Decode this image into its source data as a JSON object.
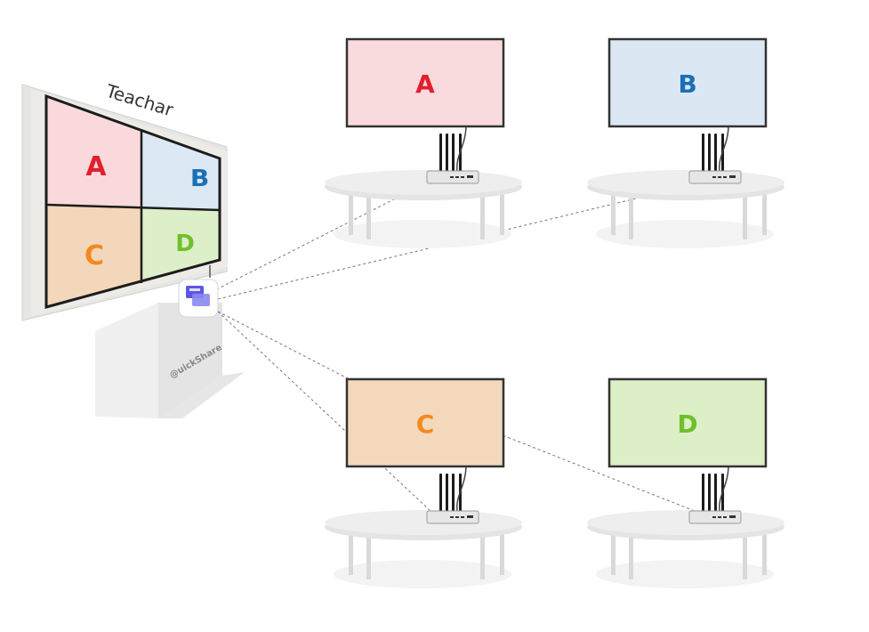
{
  "teacher_display": {
    "title": "Teachar",
    "panels": [
      {
        "label": "A",
        "bg": "#f9d9dc",
        "color": "#e0202e"
      },
      {
        "label": "B",
        "bg": "#dce8f4",
        "color": "#1b6fb5"
      },
      {
        "label": "C",
        "bg": "#f3d7bb",
        "color": "#f28a1e"
      },
      {
        "label": "D",
        "bg": "#dcefc8",
        "color": "#6fc02b"
      }
    ]
  },
  "casting_box": {
    "brand_text": "@uickShare",
    "icon": "screen-share-icon",
    "accent": "#5b57e6"
  },
  "group_stations": [
    {
      "label": "A",
      "bg": "#fadbdd",
      "color": "#e0202e"
    },
    {
      "label": "B",
      "bg": "#dbe8f4",
      "color": "#1b6fb5"
    },
    {
      "label": "C",
      "bg": "#f3d8bc",
      "color": "#f28a1e"
    },
    {
      "label": "D",
      "bg": "#dcefc6",
      "color": "#6fc02b"
    }
  ]
}
